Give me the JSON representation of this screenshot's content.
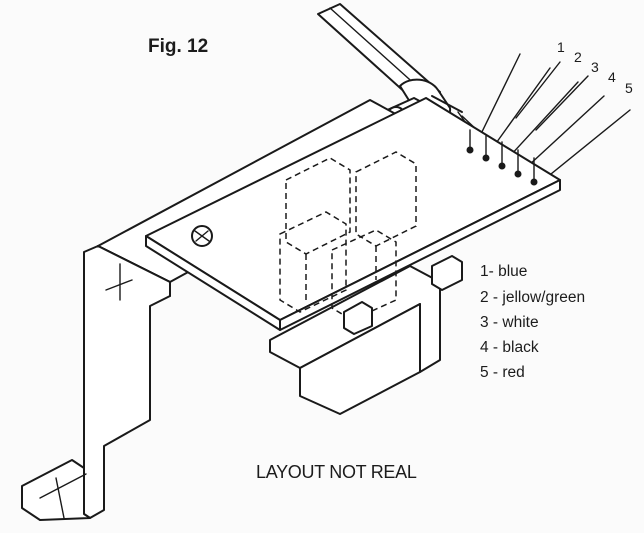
{
  "figure": {
    "title": "Fig. 12",
    "note": "LAYOUT NOT REAL"
  },
  "wire_numbers": [
    "1",
    "2",
    "3",
    "4",
    "5"
  ],
  "legend": [
    "1- blue",
    "2 - jellow/green",
    "3 - white",
    "4 - black",
    "5 - red"
  ],
  "colors": {
    "ink": "#1a1a1a",
    "paper": "#fbfbfb"
  }
}
